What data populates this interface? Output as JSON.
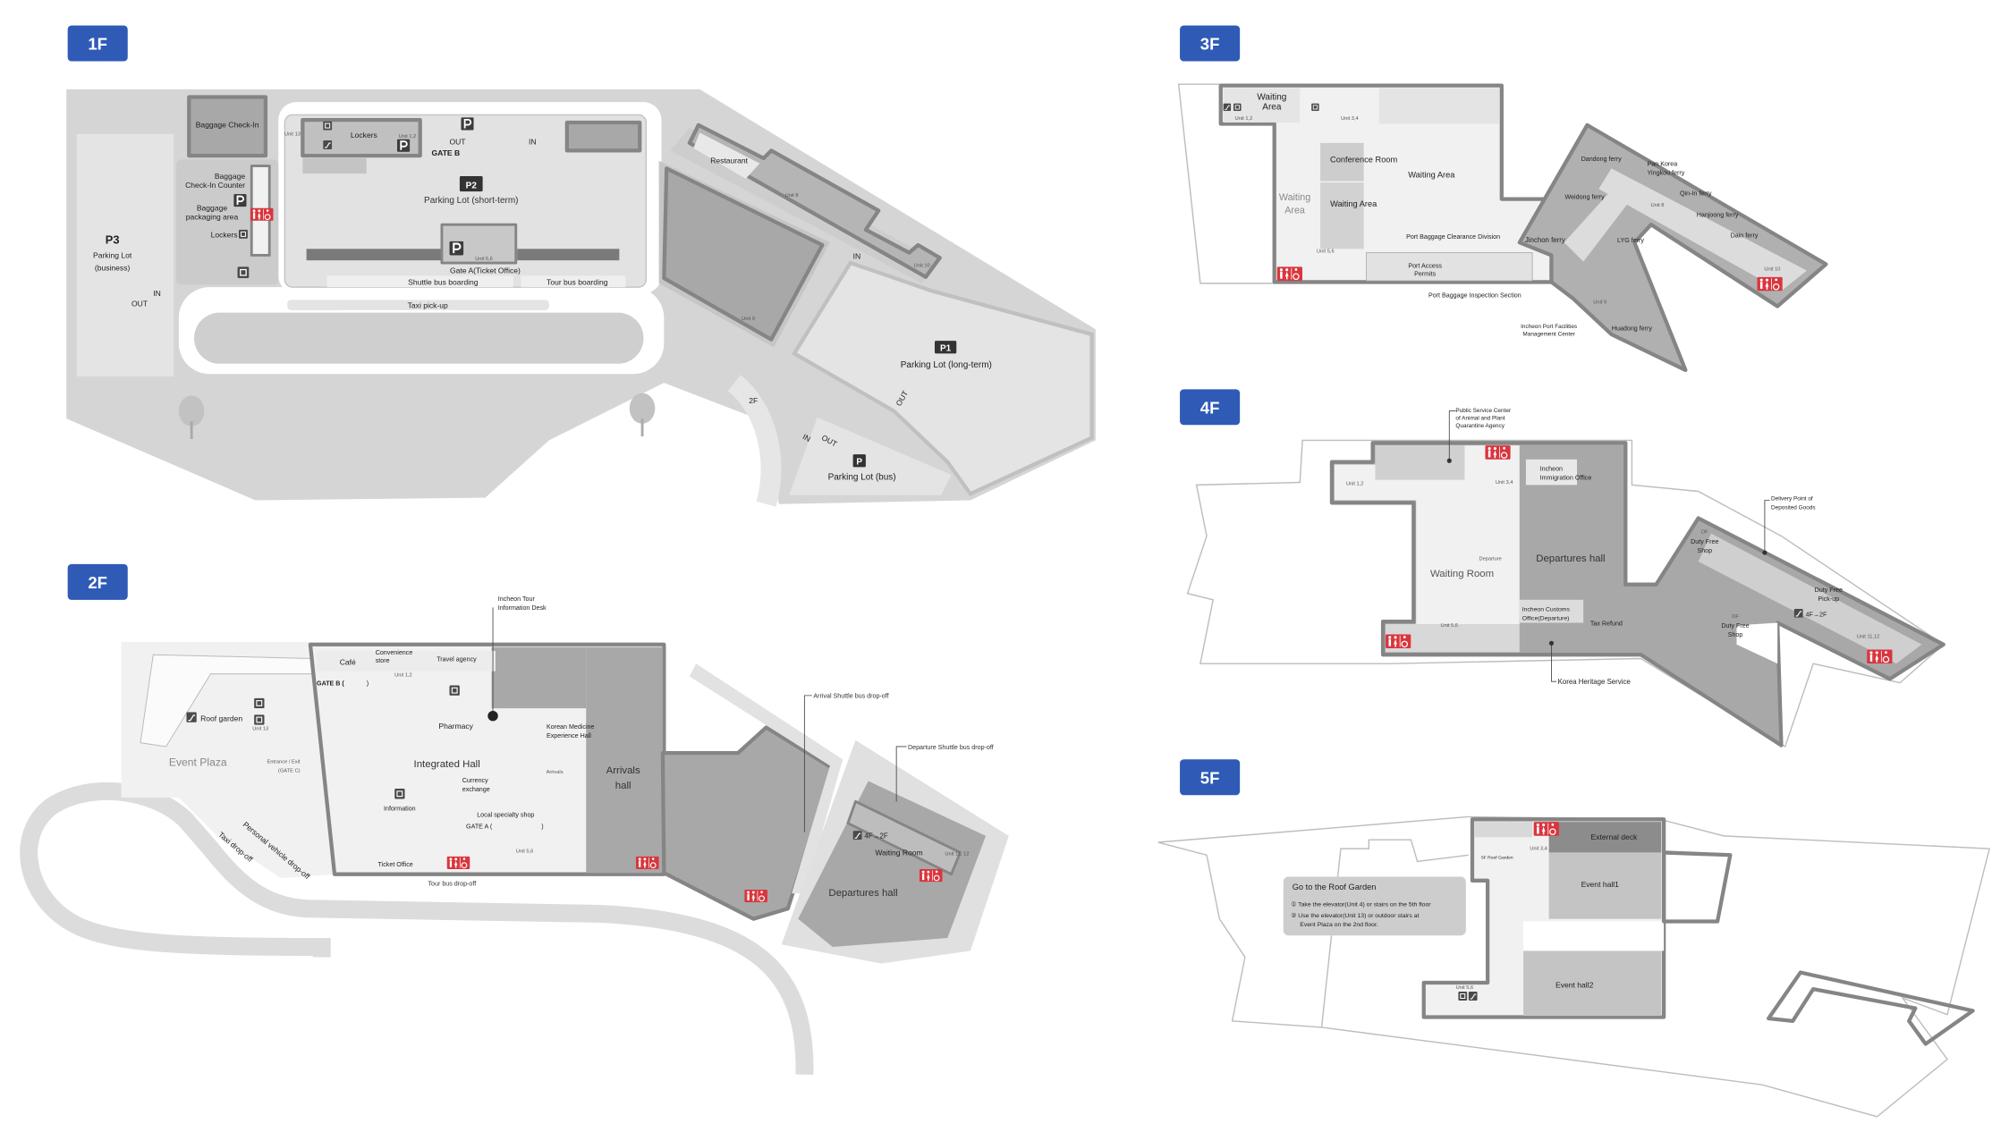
{
  "colors": {
    "badge": "#2f5bb7",
    "restroom": "#d9363e",
    "ground": "#d5d5d5",
    "hall_dark": "#a8a8a8"
  },
  "f1": {
    "badge": "1F",
    "baggage_checkin": "Baggage Check-In",
    "checkin_counter": [
      "Baggage",
      "Check-In Counter"
    ],
    "packaging_area": [
      "Baggage",
      "packaging area"
    ],
    "lockers_left": "Lockers",
    "p3_tag": "P3",
    "p3_name": [
      "Parking Lot",
      "(business)"
    ],
    "in": "IN",
    "out": "OUT",
    "unit13": "Unit 13",
    "lockers_top": "Lockers",
    "unit12": "Unit 1,2",
    "out_top": "OUT",
    "gate_b": "GATE B",
    "in_top": "IN",
    "p2_tag": "P2",
    "p2_name": "Parking Lot (short-term)",
    "unit56": "Unit 5,6",
    "gate_a": "Gate A(Ticket Office)",
    "shuttle_boarding": "Shuttle bus boarding",
    "tour_boarding": "Tour bus boarding",
    "taxi_pickup": "Taxi pick-up",
    "restaurant": "Restaurant",
    "unit8": "Unit 8",
    "unit10": "Unit 10",
    "unit9": "Unit 9",
    "in_p1": "IN",
    "p1_tag": "P1",
    "p1_name": "Parking Lot (long-term)",
    "out_p1": "OUT",
    "ramp_2f": "2F",
    "bus_in": "IN",
    "bus_out": "OUT",
    "bus_tag": "P",
    "bus_name": "Parking Lot (bus)"
  },
  "f2": {
    "badge": "2F",
    "tour_desk": [
      "Incheon Tour",
      "Information Desk"
    ],
    "cafe": "Café",
    "convenience": [
      "Convenience",
      "store"
    ],
    "travel_agency": "Travel agency",
    "unit12": "Unit 1,2",
    "gate_b": "GATE B (",
    "gate_b_close": ")",
    "roof_garden": "Roof garden",
    "unit13": "Unit 13",
    "event_plaza": "Event Plaza",
    "entrance": [
      "Entrance / Exit",
      "(GATE C)"
    ],
    "pharmacy": "Pharmacy",
    "korean_medicine": [
      "Korean Medicine",
      "Experience Hall"
    ],
    "integrated_hall": "Integrated Hall",
    "arrivals": "Arrivals",
    "arrivals_hall": [
      "Arrivals",
      "hall"
    ],
    "currency": [
      "Currency",
      "exchange"
    ],
    "information": "Information",
    "local_shop": "Local specialty shop",
    "gate_a": "GATE A (",
    "gate_a_close": ")",
    "unit56": "Unit 5,6",
    "ticket_office": "Ticket Office",
    "tour_dropoff": "Tour bus drop-off",
    "personal_dropoff": "Personal vehicle drop-off",
    "taxi_dropoff": "Taxi drop-off",
    "arrival_shuttle": "Arrival Shuttle bus drop-off",
    "departure_shuttle": "Departure Shuttle bus drop-off",
    "escalator_4f2f": "4F→2F",
    "waiting_room": "Waiting Room",
    "unit1112": "Unit 11, 12",
    "departures_hall": "Departures hall"
  },
  "f3": {
    "badge": "3F",
    "waiting_top": [
      "Waiting",
      "Area"
    ],
    "unit12": "Unit 1,2",
    "unit34": "Unit 3,4",
    "conference": "Conference Room",
    "waiting_center": "Waiting Area",
    "waiting_left": [
      "Waiting",
      "Area"
    ],
    "waiting_box": "Waiting Area",
    "unit56": "Unit 5,6",
    "clearance": "Port Baggage Clearance Division",
    "access_permits": [
      "Port Access",
      "Permits"
    ],
    "inspection": "Port Baggage Inspection Section",
    "facilities": [
      "Incheon Port Facilities",
      "Management Center"
    ],
    "ferries": {
      "dandong": "Dandong ferry",
      "pan_korea": [
        "Pan Korea",
        "Yingkou ferry"
      ],
      "weidong": "Weidong ferry",
      "qinin": "Qin-In ferry",
      "hanjoong": "Hanjoong ferry",
      "dain": "Dain ferry",
      "jinchon": "Jinchon ferry",
      "lyg": "LYG ferry",
      "huadong": "Huadong ferry"
    },
    "unit8": "Unit 8",
    "unit9": "Unit 9",
    "unit10": "Unit 10"
  },
  "f4": {
    "badge": "4F",
    "quarantine": [
      "Public Service Center",
      "of Animal and Plant",
      "Quarantine Agency"
    ],
    "immigration": [
      "Incheon",
      "Immigration Office"
    ],
    "unit12": "Unit 1,2",
    "unit34": "Unit 3,4",
    "delivery": [
      "Delivery Point of",
      "Deposited Goods"
    ],
    "duty_free_1": [
      "Duty Free",
      "Shop"
    ],
    "departure": "Departure",
    "departures_hall": "Departures hall",
    "waiting_room": "Waiting Room",
    "pickup": [
      "Duty Free",
      "Pick-up"
    ],
    "escalator_4f2f": "4F→2F",
    "customs": [
      "Incheon Customs",
      "Office(Departure)"
    ],
    "tax_refund": "Tax Refund",
    "duty_free_2": [
      "Duty Free",
      "Shop"
    ],
    "unit56": "Unit 5,6",
    "unit1112": "Unit 11,12",
    "heritage": "Korea Heritage Service",
    "df": "DF"
  },
  "f5": {
    "badge": "5F",
    "external_deck": "External deck",
    "unit34": "Unit 3,4",
    "roof_garden_5f": "5F Roof Garden",
    "guide_title": "Go to the Roof Garden",
    "guide_steps": [
      "① Take the elevator(Unit 4) or stairs on the 5th floor",
      "② Use the elevator(Unit 13) or outdoor stairs at",
      "Event Plaza on the 2nd floor."
    ],
    "event_hall1": "Event hall1",
    "event_hall2": "Event hall2",
    "unit56": "Unit 5,6"
  }
}
